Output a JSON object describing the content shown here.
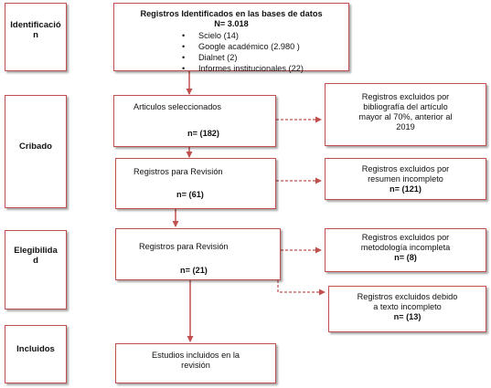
{
  "stages": {
    "identificacion": [
      "Identificació",
      "n"
    ],
    "cribado": "Cribado",
    "elegibilidad": [
      "Elegibilida",
      "d"
    ],
    "incluidos": "Incluidos"
  },
  "identified": {
    "title": "Registros Identificados en las bases de datos",
    "count": "N= 3.018",
    "sources": [
      "Scielo (14)",
      "Google académico (2.980 )",
      "Dialnet (2)",
      "Informes institucionales (22)"
    ]
  },
  "selected": {
    "label": "Articulos seleccionados",
    "count": "n= (182)"
  },
  "excluded_bibliography": {
    "lines": [
      "Registros excluidos por",
      "bibliografía del artículo",
      "mayor al 70%, anterior al",
      "2019"
    ]
  },
  "review_1": {
    "label": "Registros para Revisión",
    "count": "n= (61)"
  },
  "excluded_abstract": {
    "lines": [
      "Registros excluidos por",
      "resumen incompleto"
    ],
    "count": "n= (121)"
  },
  "review_2": {
    "label": "Registros para Revisión",
    "count": "n= (21)"
  },
  "excluded_methodology": {
    "lines": [
      "Registros excluidos por",
      "metodología incompleta"
    ],
    "count": "n= (8)"
  },
  "excluded_fulltext": {
    "lines": [
      "Registros excluidos debido",
      "a texto incompleto"
    ],
    "count": "n= (13)"
  },
  "included": {
    "lines": [
      "Estudios incluidos en la",
      "revisión"
    ]
  },
  "colors": {
    "border": "#c0504d",
    "arrow": "#c0504d"
  }
}
